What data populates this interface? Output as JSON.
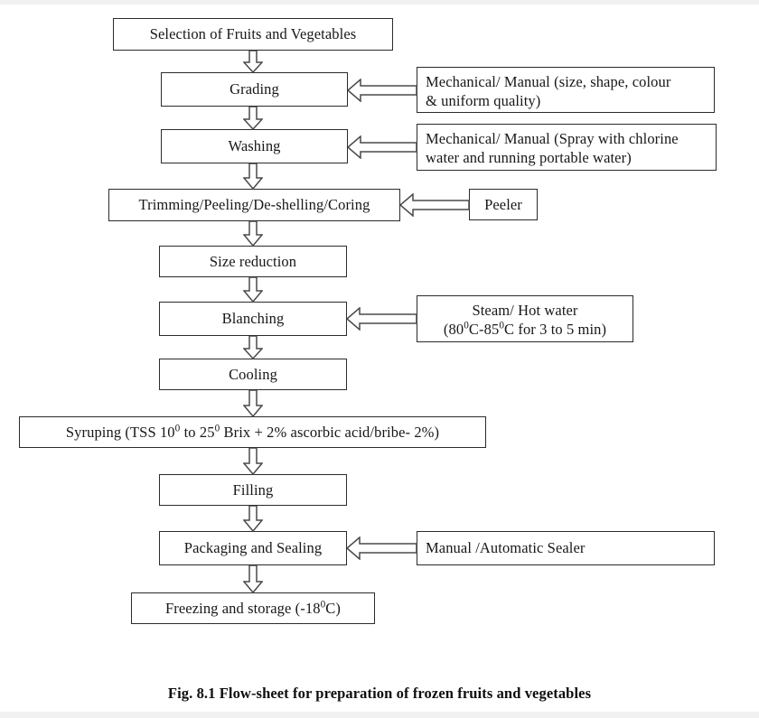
{
  "figure": {
    "caption": "Fig. 8.1 Flow-sheet for preparation of frozen fruits and vegetables",
    "type": "process-flow-diagram"
  },
  "colors": {
    "box_border": "#2b2b2b",
    "arrow_stroke": "#4a4a4a",
    "arrow_fill": "#ffffff",
    "background": "#ffffff",
    "band": "#f1f1f1",
    "text": "#171717"
  },
  "process_steps": [
    {
      "id": "selection",
      "label": "Selection of Fruits and Vegetables"
    },
    {
      "id": "grading",
      "label": "Grading"
    },
    {
      "id": "washing",
      "label": "Washing"
    },
    {
      "id": "trimming",
      "label": "Trimming/Peeling/De-shelling/Coring"
    },
    {
      "id": "size-reduction",
      "label": "Size reduction"
    },
    {
      "id": "blanching",
      "label": "Blanching"
    },
    {
      "id": "cooling",
      "label": "Cooling"
    },
    {
      "id": "syruping",
      "label_pre": "Syruping (TSS 10",
      "label_sup1": "0",
      "label_mid": " to 25",
      "label_sup2": "0",
      "label_post": " Brix + 2% ascorbic acid/bribe- 2%)"
    },
    {
      "id": "filling",
      "label": "Filling"
    },
    {
      "id": "packaging",
      "label": "Packaging and Sealing"
    },
    {
      "id": "freezing",
      "label_pre": "Freezing and storage (-18",
      "label_sup": "0",
      "label_post": "C)"
    }
  ],
  "annotations": [
    {
      "id": "grading-note",
      "target": "grading",
      "line1": "Mechanical/ Manual (size, shape, colour",
      "line2": "& uniform quality)"
    },
    {
      "id": "washing-note",
      "target": "washing",
      "line1": "Mechanical/ Manual (Spray with chlorine",
      "line2": "water and running portable water)"
    },
    {
      "id": "peeler-note",
      "target": "trimming",
      "line1": "Peeler"
    },
    {
      "id": "blanching-note",
      "target": "blanching",
      "line1": "Steam/ Hot water",
      "line2_pre": "(80",
      "line2_sup1": "0",
      "line2_mid": "C-85",
      "line2_sup2": "0",
      "line2_post": "C for 3 to 5 min)"
    },
    {
      "id": "sealer-note",
      "target": "packaging",
      "line1": "Manual /Automatic Sealer"
    }
  ],
  "flow_connections": [
    {
      "from": "selection",
      "to": "grading",
      "direction": "down"
    },
    {
      "from": "grading",
      "to": "washing",
      "direction": "down"
    },
    {
      "from": "washing",
      "to": "trimming",
      "direction": "down"
    },
    {
      "from": "trimming",
      "to": "size-reduction",
      "direction": "down"
    },
    {
      "from": "size-reduction",
      "to": "blanching",
      "direction": "down"
    },
    {
      "from": "blanching",
      "to": "cooling",
      "direction": "down"
    },
    {
      "from": "cooling",
      "to": "syruping",
      "direction": "down"
    },
    {
      "from": "syruping",
      "to": "filling",
      "direction": "down"
    },
    {
      "from": "filling",
      "to": "packaging",
      "direction": "down"
    },
    {
      "from": "packaging",
      "to": "freezing",
      "direction": "down"
    },
    {
      "from": "grading-note",
      "to": "grading",
      "direction": "left"
    },
    {
      "from": "washing-note",
      "to": "washing",
      "direction": "left"
    },
    {
      "from": "peeler-note",
      "to": "trimming",
      "direction": "left"
    },
    {
      "from": "blanching-note",
      "to": "blanching",
      "direction": "left"
    },
    {
      "from": "sealer-note",
      "to": "packaging",
      "direction": "left"
    }
  ]
}
